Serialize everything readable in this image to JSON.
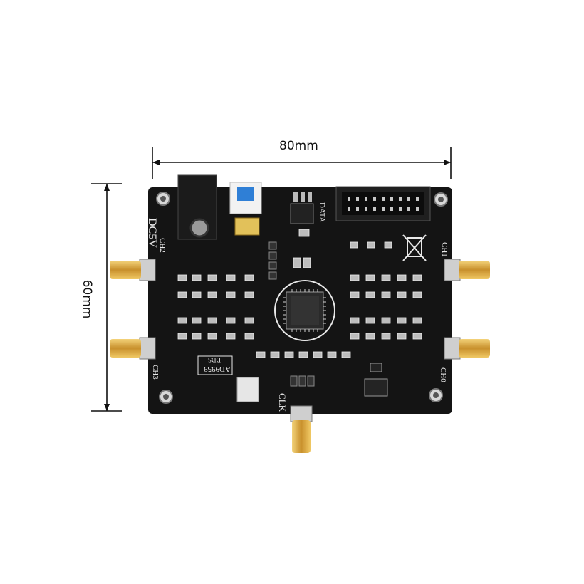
{
  "dimensions": {
    "width_label": "80mm",
    "height_label": "60mm"
  },
  "board": {
    "power_label": "DC5V",
    "data_label": "DATA",
    "clock_label": "CLK",
    "chip_label": "AD9959",
    "chip_sub_label": "DDS",
    "channels": {
      "ch0": "CH0",
      "ch1": "CH1",
      "ch2": "CH2",
      "ch3": "CH3"
    }
  },
  "colors": {
    "pcb": "#111111",
    "silkscreen": "#e8e8e8",
    "gold": "#d9a73a",
    "switch": "#2f7fd6",
    "capacitor": "#e2c15a"
  }
}
